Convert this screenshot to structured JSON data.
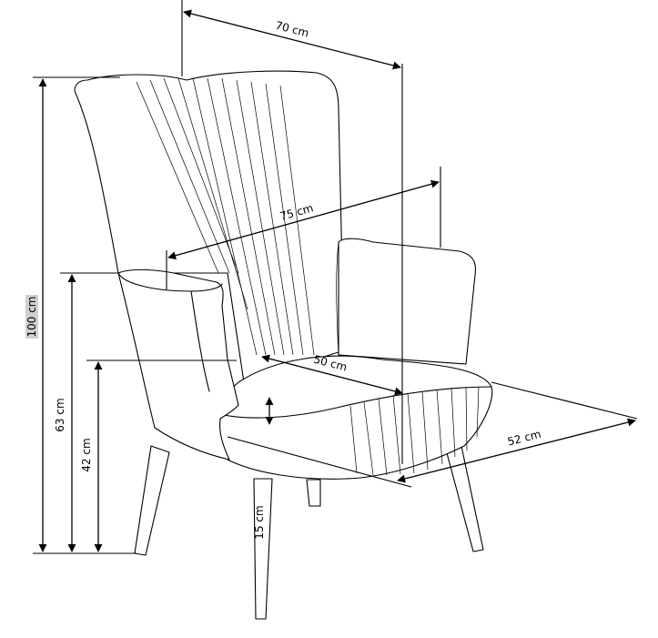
{
  "dimensions": {
    "width_top": "70 cm",
    "width_arms": "75 cm",
    "seat_depth": "50 cm",
    "depth": "52 cm",
    "height_total": "100 cm",
    "height_arm": "63 cm",
    "height_seat": "42 cm",
    "leg_height": "15 cm"
  },
  "colors": {
    "line": "#000000",
    "background": "#ffffff"
  }
}
